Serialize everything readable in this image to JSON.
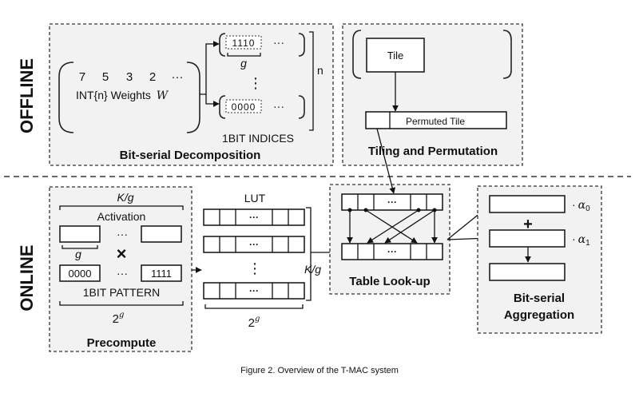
{
  "side_labels": {
    "offline": "OFFLINE",
    "online": "ONLINE"
  },
  "offline": {
    "bit_serial_decomposition": {
      "title": "Bit-serial Decomposition",
      "weight_values": [
        "7",
        "5",
        "3",
        "2",
        "···"
      ],
      "weights_label": "INT{n} Weights",
      "weights_symbol": "W",
      "top_bits": "1110",
      "bottom_bits": "0000",
      "ellipsis": "···",
      "vdots": "⋮",
      "g_label": "g",
      "indices_label": "1BIT INDICES",
      "n_label": "n"
    },
    "tiling_permutation": {
      "title": "Tiling and Permutation",
      "tile_label": "Tile",
      "permuted_tile_label": "Permuted Tile"
    }
  },
  "online": {
    "precompute": {
      "title": "Precompute",
      "kg_label": "K/g",
      "activation_label": "Activation",
      "ellipsis": "···",
      "g_label": "g",
      "times": "×",
      "pattern_first": "0000",
      "pattern_last": "1111",
      "pattern_label": "1BIT PATTERN",
      "two_g": "2",
      "two_g_exp": "g"
    },
    "lut": {
      "title": "LUT",
      "cell_dots": "···",
      "vdots": "⋮",
      "kg_label": "K/g",
      "two_g": "2",
      "two_g_exp": "g"
    },
    "table_lookup": {
      "title": "Table Look-up",
      "cell_dots": "···"
    },
    "aggregation": {
      "title_line1": "Bit-serial",
      "title_line2": "Aggregation",
      "plus": "+",
      "alpha0_prefix": "·",
      "alpha_symbol": "α",
      "alpha0_sub": "0",
      "alpha1_sub": "1"
    }
  },
  "caption": "Figure 2. Overview of the T-MAC system"
}
